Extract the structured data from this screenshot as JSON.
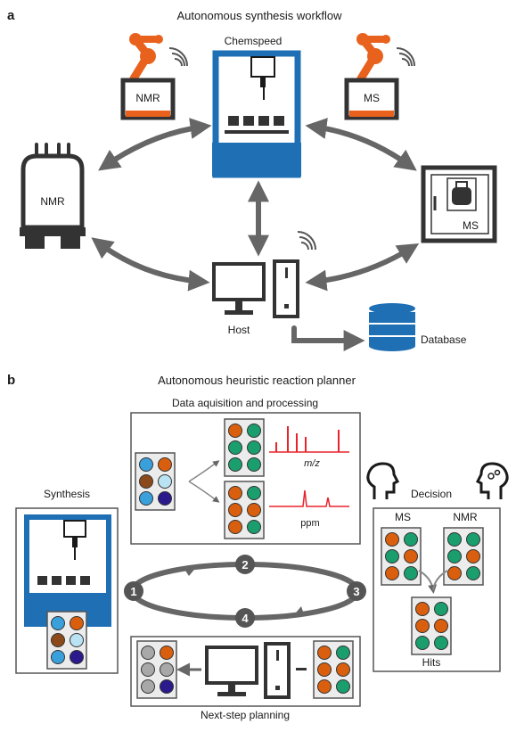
{
  "panel_a": {
    "letter": "a",
    "title": "Autonomous synthesis workflow",
    "chemspeed_label": "Chemspeed",
    "robot_nmr_label": "NMR",
    "robot_ms_label": "MS",
    "nmr_instrument_label": "NMR",
    "ms_instrument_label": "MS",
    "host_label": "Host",
    "database_label": "Database"
  },
  "panel_b": {
    "letter": "b",
    "title": "Autonomous heuristic reaction planner",
    "data_box_title": "Data aquisition and processing",
    "mz_axis_label": "m/z",
    "ppm_axis_label": "ppm",
    "synthesis_label": "Synthesis",
    "decision_label": "Decision",
    "ms_label": "MS",
    "nmr_label": "NMR",
    "hits_label": "Hits",
    "planning_label": "Next-step planning",
    "cycle_steps": [
      "1",
      "2",
      "3",
      "4"
    ]
  },
  "colors": {
    "accent_blue": "#1f6fb4",
    "robot_orange": "#e8621e",
    "arrow_grey": "#666666",
    "well_orange": "#d95f0e",
    "well_green": "#1a9e6e",
    "well_brown": "#8c4a1b",
    "well_lightblue": "#3aa0dc",
    "well_paleblue": "#b9e3f2",
    "well_navy": "#2b1a8c",
    "well_grey": "#a8a8a8",
    "spectrum_red": "#e8232a"
  },
  "plates": {
    "ms_processed": [
      "orange",
      "green",
      "green",
      "green",
      "green",
      "green"
    ],
    "nmr_processed": [
      "orange",
      "green",
      "orange",
      "orange",
      "orange",
      "green"
    ],
    "decision_ms": [
      "orange",
      "green",
      "green",
      "orange",
      "orange",
      "green"
    ],
    "decision_nmr": [
      "green",
      "green",
      "green",
      "orange",
      "orange",
      "green"
    ],
    "hits": [
      "orange",
      "green",
      "orange",
      "orange",
      "green",
      "green"
    ],
    "planning_right": [
      "orange",
      "green",
      "orange",
      "orange",
      "orange",
      "green"
    ]
  },
  "starting_plate": [
    "lightblue",
    "orange",
    "brown",
    "paleblue",
    "lightblue",
    "navy"
  ],
  "planning_left": [
    "grey",
    "orange",
    "grey",
    "grey",
    "grey",
    "navy"
  ]
}
